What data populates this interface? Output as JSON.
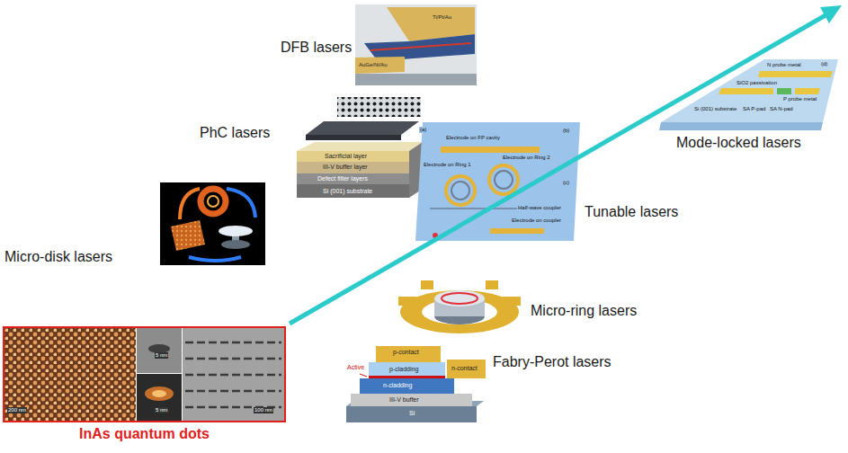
{
  "diagram": {
    "nodes": [
      {
        "text": [
          "InAs quantum dots",
          "200 nm",
          "5 nm",
          "5 nm",
          "100 nm"
        ]
      }
    ],
    "labels": [
      "DFB lasers",
      "PhC lasers",
      "Micro-disk lasers",
      "Fabry-Perot lasers",
      "Micro-ring lasers",
      "Tunable lasers",
      "Mode-locked lasers",
      "Ti/Pt/Au",
      "AuGe/Ni/Au",
      "Sacrificial layer",
      "III-V buffer layer",
      "Defect filter layers",
      "Si (001) substrate",
      "p-contact",
      "p-cladding",
      "n-cladding",
      "n-contact",
      "Active",
      "III-V buffer",
      "Si",
      "(a)",
      "Electrode on FP cavity",
      "Electrode on Ring 1",
      "Electrode on Ring 2",
      "Half-wave coupler",
      "Electrode on coupler",
      "(b)",
      "(c)",
      "(d)",
      "N probe metal",
      "SiO2 passivation",
      "Si (001) substrate",
      "SA P-pad",
      "SA N-pad",
      "P probe metal"
    ]
  }
}
